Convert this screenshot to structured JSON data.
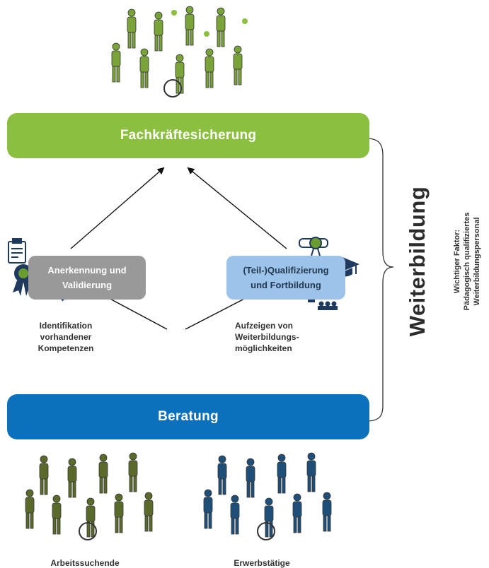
{
  "top_box": {
    "label": "Fachkräftesicherung"
  },
  "bottom_box": {
    "label": "Beratung"
  },
  "left_box": {
    "label": "Anerkennung und\nValidierung"
  },
  "right_box": {
    "label": "(Teil-)Qualifizierung\nund Fortbildung"
  },
  "left_note": "Identifikation\nvorhandener\nKompetenzen",
  "right_note": "Aufzeigen von\nWeiterbildungs-\nmöglichkeiten",
  "side_title": "Weiterbildung",
  "side_factor": "Wichtiger Faktor:\nPädagogisch qualifiziertes\nWeiterbildungspersonal",
  "captions": {
    "left": "Arbeitssuchende",
    "right": "Erwerbstätige"
  },
  "colors": {
    "top_box": "#8bbf3f",
    "bottom_box": "#0c71bd",
    "left_box": "#999999",
    "right_box": "#9cc4ea",
    "people_top": "#7aa33a",
    "people_left": "#5a6a2a",
    "people_right": "#1f4f78"
  },
  "icons": [
    "people-group-icon",
    "clipboard-certificate-icon",
    "award-badge-icon",
    "magnifier-icon",
    "diploma-scroll-icon",
    "graduation-cap-icon",
    "teacher-board-icon",
    "curly-brace-icon"
  ]
}
